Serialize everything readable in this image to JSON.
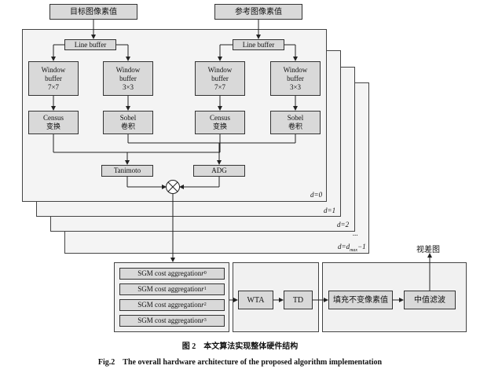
{
  "diagram": {
    "inputs": {
      "target": "目标图像素值",
      "reference": "参考图像素值"
    },
    "line_buffer": "Line buffer",
    "window_7x7": [
      "Window",
      "buffer",
      "7×7"
    ],
    "window_3x3": [
      "Window",
      "buffer",
      "3×3"
    ],
    "census": [
      "Census",
      "变换"
    ],
    "sobel": [
      "Sobel",
      "卷积"
    ],
    "tanimoto": "Tanimoto",
    "adg": "ADG",
    "combine_symbol": "×",
    "disparity_layers": [
      "d=0",
      "d=1",
      "d=2",
      "...",
      "d=d",
      "max",
      "−1"
    ],
    "sgm": [
      {
        "text": "SGM cost aggregation ",
        "sub": "0"
      },
      {
        "text": "SGM cost aggregation ",
        "sub": "1"
      },
      {
        "text": "SGM cost aggregation ",
        "sub": "2"
      },
      {
        "text": "SGM cost aggregation ",
        "sub": "3"
      }
    ],
    "sgm_var": "r",
    "wta": "WTA",
    "td": "TD",
    "fill": "填充不变像素值",
    "median": "中值滤波",
    "output": "视差图"
  },
  "caption": {
    "cn": "图 2　本文算法实现整体硬件结构",
    "en": "Fig.2　The overall hardware architecture of the proposed algorithm implementation"
  },
  "colors": {
    "box_fill": "#d9d9d9",
    "layer_fill": "#f4f4f4",
    "line": "#222222"
  }
}
